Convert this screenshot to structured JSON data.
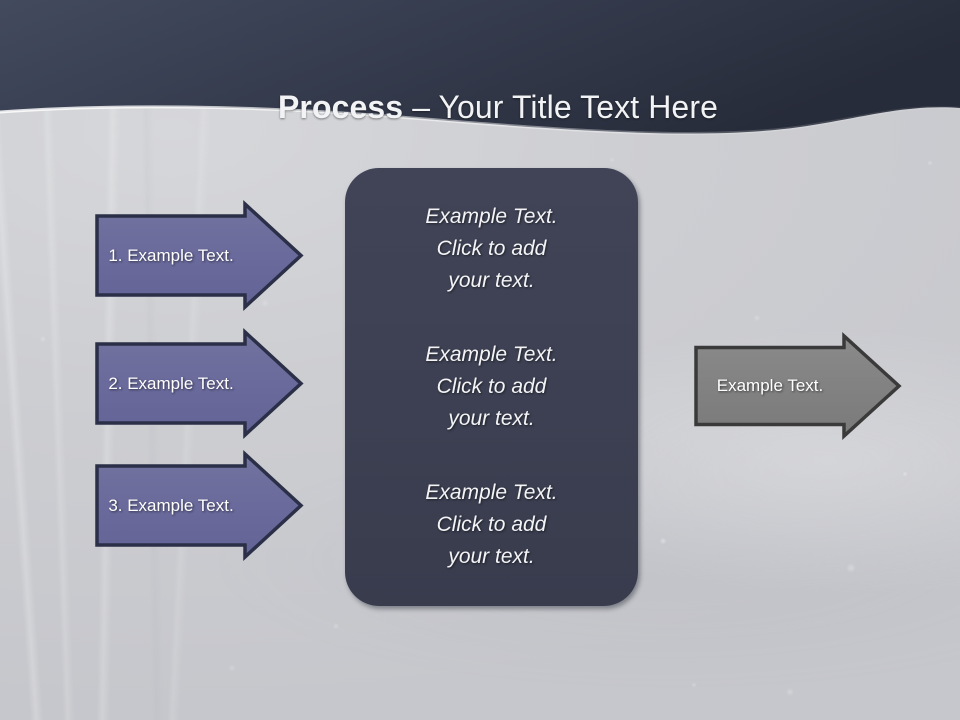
{
  "slide": {
    "title_bold": "Process",
    "title_rest": " – Your Title Text Here",
    "header_gradient_left": "#3f4659",
    "header_gradient_right": "#292e3c",
    "background_color": "#cdced2"
  },
  "left_arrows": [
    {
      "label": "1. Example Text.",
      "fill": "#6b6b9e",
      "stroke": "#2b2f47"
    },
    {
      "label": "2. Example Text.",
      "fill": "#6b6b9e",
      "stroke": "#2b2f47"
    },
    {
      "label": "3. Example Text.",
      "fill": "#6b6b9e",
      "stroke": "#2b2f47"
    }
  ],
  "center_panel": {
    "fill": "#3d4153",
    "blocks": [
      "Example Text.\nClick  to add\nyour text.",
      "Example Text.\nClick  to add\nyour text.",
      "Example Text.\nClick  to add\nyour text."
    ]
  },
  "right_arrow": {
    "label": "Example Text.",
    "fill": "#828282",
    "stroke": "#3a3a3a"
  }
}
